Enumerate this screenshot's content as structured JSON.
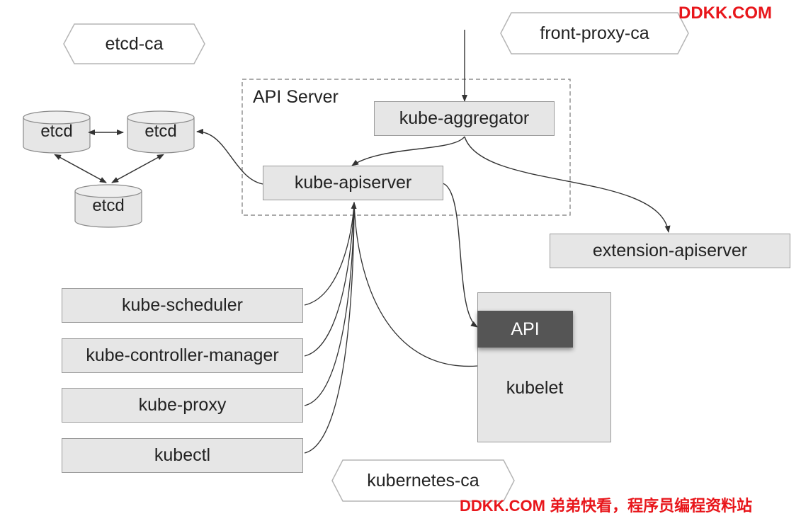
{
  "watermark": {
    "top": "DDKK.COM",
    "bottom": "DDKK.COM 弟弟快看，程序员编程资料站"
  },
  "certs": {
    "etcd_ca": "etcd-ca",
    "front_proxy_ca": "front-proxy-ca",
    "kubernetes_ca": "kubernetes-ca"
  },
  "api_server": {
    "group_label": "API Server",
    "aggregator": "kube-aggregator",
    "apiserver": "kube-apiserver"
  },
  "etcd": {
    "node1": "etcd",
    "node2": "etcd",
    "node3": "etcd"
  },
  "extension": "extension-apiserver",
  "clients": {
    "scheduler": "kube-scheduler",
    "controller_manager": "kube-controller-manager",
    "proxy": "kube-proxy",
    "kubectl": "kubectl"
  },
  "kubelet": {
    "label": "kubelet",
    "api": "API"
  },
  "colors": {
    "box_fill": "#e6e6e6",
    "box_border": "#9a9a9a",
    "api_fill": "#555555",
    "watermark": "#e8161b",
    "line": "#333333"
  }
}
